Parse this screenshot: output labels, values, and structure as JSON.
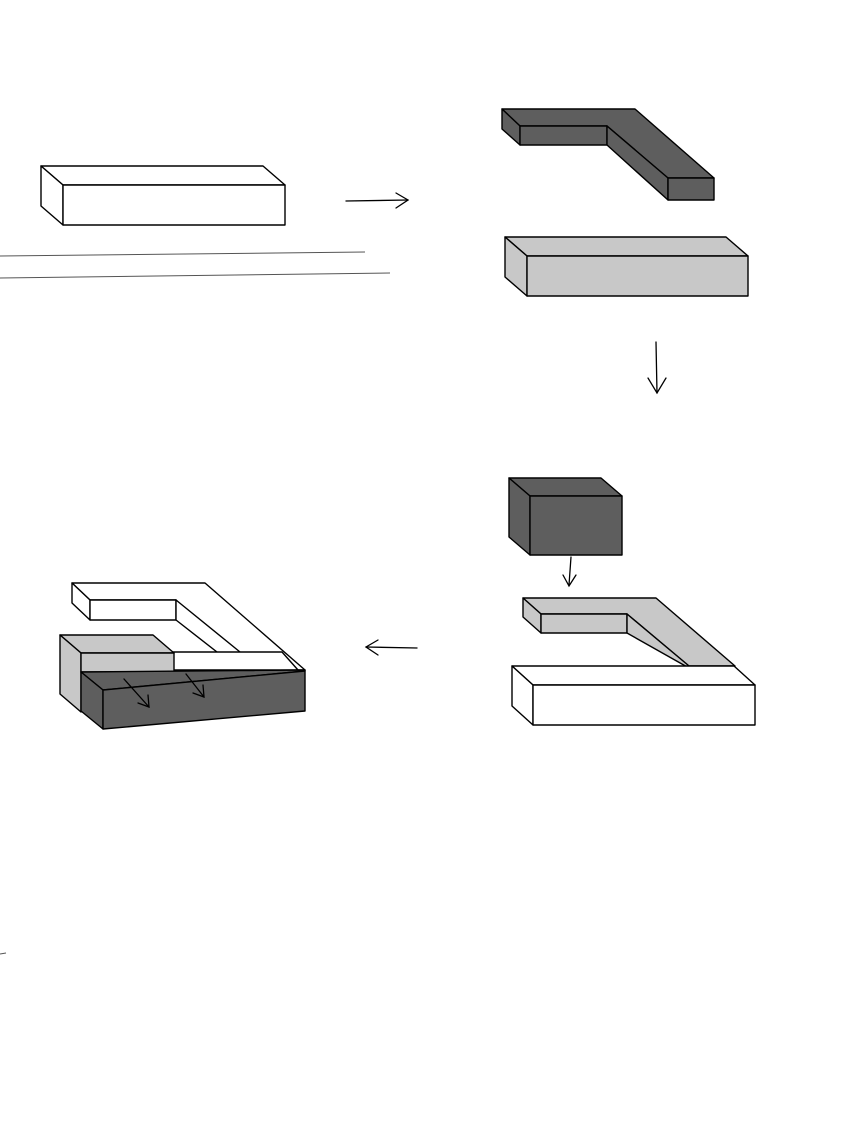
{
  "colors": {
    "white": "#ffffff",
    "light_gray": "#c8c8c8",
    "dark_gray": "#5e5e5e",
    "outline": "#000000"
  },
  "steps": [
    {
      "id": "step-1",
      "description_icon": "white-bar-block"
    },
    {
      "id": "step-2",
      "description_icon": "dark-l-block-over-light-bar"
    },
    {
      "id": "step-3",
      "description_icon": "dark-cube-over-light-l-and-white-bar"
    },
    {
      "id": "step-4",
      "description_icon": "assembled-u-structure"
    }
  ],
  "flow_arrows": [
    "right-arrow",
    "down-arrow",
    "left-arrow"
  ]
}
